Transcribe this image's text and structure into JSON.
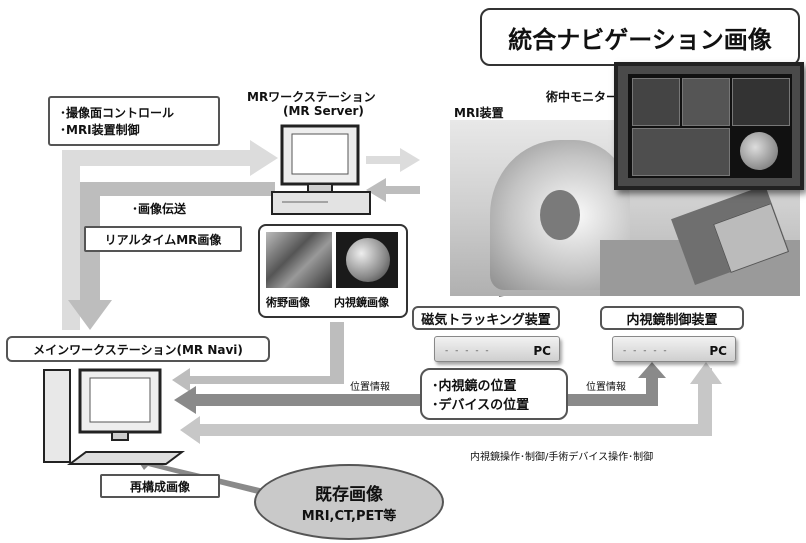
{
  "title": "統合ナビゲーション画像",
  "control_box": {
    "line1": "･撮像面コントロール",
    "line2": "･MRI装置制御"
  },
  "mr_workstation": {
    "name": "MRワークステーション",
    "sub": "(MR Server)"
  },
  "image_transfer_label": "･画像伝送",
  "realtime_mr_label": "リアルタイムMR画像",
  "thumbnails": {
    "field_image": "術野画像",
    "endoscope_image": "内視鏡画像"
  },
  "main_workstation_label": "メインワークステーション(MR Navi)",
  "mri_device_label": "MRI装置",
  "intraop_monitor_label": "術中モニター",
  "magnetic_tracker": {
    "label": "磁気トラッキング装置",
    "pc": "PC"
  },
  "endoscope_controller": {
    "label": "内視鏡制御装置",
    "pc": "PC"
  },
  "position_info_left": "位置情報",
  "position_info_right": "位置情報",
  "position_box": {
    "line1": "･内視鏡の位置",
    "line2": "･デバイスの位置"
  },
  "bottom_operation_label": "内視鏡操作･制御/手術デバイス操作･制御",
  "reconstructed_label": "再構成画像",
  "existing_images": {
    "line1": "既存画像",
    "line2": "MRI,CT,PET等"
  },
  "colors": {
    "arrow_light": "#d8d8d8",
    "arrow_mid": "#bdbdbd",
    "arrow_dark": "#8a8a8a",
    "ellipse_fill": "#c9c9c9"
  }
}
